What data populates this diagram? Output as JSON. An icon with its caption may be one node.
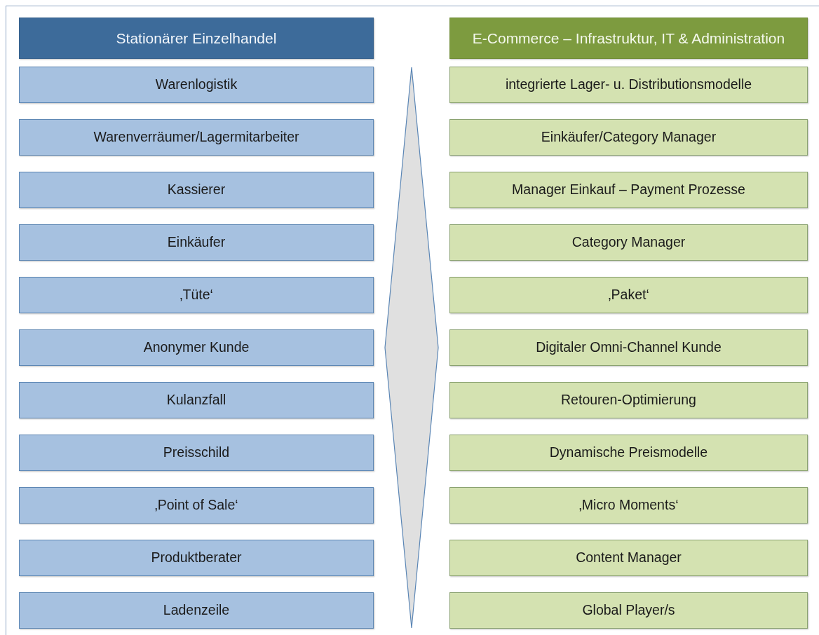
{
  "diagram": {
    "nodes": [
      {
        "text": [
          "Stationärer Einzelhandel"
        ]
      },
      {
        "text": [
          "Warenlogistik"
        ]
      },
      {
        "text": [
          "Warenverräumer/Lagermitarbeiter"
        ]
      },
      {
        "text": [
          "Kassierer"
        ]
      },
      {
        "text": [
          "Einkäufer"
        ]
      },
      {
        "text": [
          "‚Tüte‘"
        ]
      },
      {
        "text": [
          "Anonymer Kunde"
        ]
      },
      {
        "text": [
          "Kulanzfall"
        ]
      },
      {
        "text": [
          "Preisschild"
        ]
      },
      {
        "text": [
          "‚Point of Sale‘"
        ]
      },
      {
        "text": [
          "Produktberater"
        ]
      },
      {
        "text": [
          "Ladenzeile"
        ]
      },
      {
        "text": [],
        "shape": "diamond"
      },
      {
        "text": [
          "E-Commerce – Infrastruktur, IT & Administration"
        ]
      },
      {
        "text": [
          "integrierte Lager- u. Distributionsmodelle"
        ]
      },
      {
        "text": [
          "Einkäufer/Category Manager"
        ]
      },
      {
        "text": [
          "Manager Einkauf – Payment Prozesse"
        ]
      },
      {
        "text": [
          "Category Manager"
        ]
      },
      {
        "text": [
          "‚Paket‘"
        ]
      },
      {
        "text": [
          "Digitaler Omni-Channel Kunde"
        ]
      },
      {
        "text": [
          "Retouren-Optimierung"
        ]
      },
      {
        "text": [
          "Dynamische Preismodelle"
        ]
      },
      {
        "text": [
          "‚Micro Moments‘"
        ]
      },
      {
        "text": [
          "Content Manager"
        ]
      },
      {
        "text": [
          "Global Player/s"
        ]
      }
    ]
  }
}
